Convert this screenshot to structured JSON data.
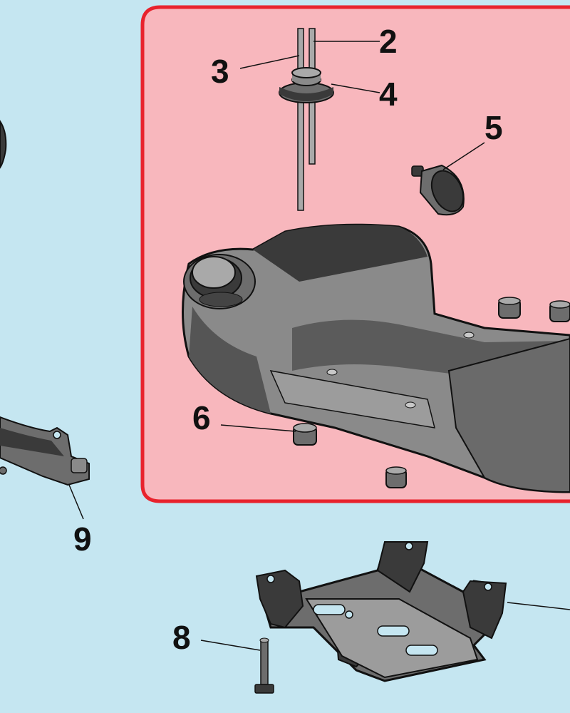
{
  "diagram": {
    "colors": {
      "background": "#c5e6f1",
      "highlight_fill": "#f8b7bd",
      "highlight_border": "#e8232d",
      "part_dark": "#3a3a3a",
      "part_mid": "#6d6d6d",
      "part_light": "#a9a9a9"
    },
    "callouts": [
      {
        "id": "c2",
        "label": "2"
      },
      {
        "id": "c3",
        "label": "3"
      },
      {
        "id": "c4",
        "label": "4"
      },
      {
        "id": "c5",
        "label": "5"
      },
      {
        "id": "c6",
        "label": "6"
      },
      {
        "id": "c8",
        "label": "8"
      },
      {
        "id": "c9",
        "label": "9"
      }
    ]
  }
}
